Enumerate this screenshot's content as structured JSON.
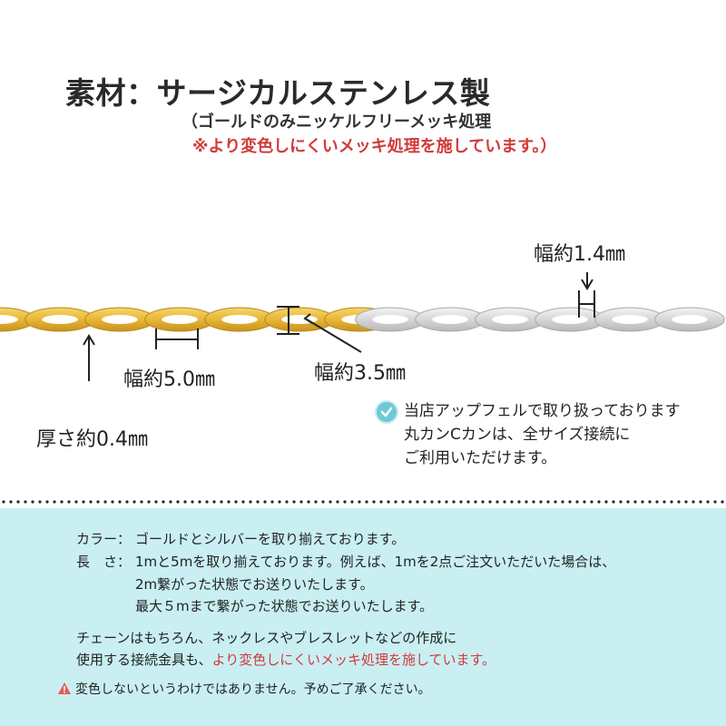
{
  "header": {
    "title": "素材：サージカルステンレス製",
    "subtitle": "（ゴールドのみニッケルフリーメッキ処理",
    "note": "※より変色しにくいメッキ処理を施しています。）"
  },
  "dimensions": {
    "width_small": "幅約1.4㎜",
    "width_large": "幅約5.0㎜",
    "width_medium": "幅約3.5㎜",
    "thickness": "厚さ約0.4㎜"
  },
  "info": {
    "line1": "当店アップフェルで取り扱っております",
    "line2": "丸カンCカンは、全サイズ接続に",
    "line3": "ご利用いただけます。"
  },
  "colors": {
    "gold": "#e8b638",
    "silver": "#d9d9d9",
    "accent_red": "#d23a3a",
    "panel_bg": "#c9eff3",
    "check": "#6ec9d6"
  },
  "details": {
    "color_label": "カラー：",
    "color_value": "ゴールドとシルバーを取り揃えております。",
    "length_label": "長　さ：",
    "length_value1": "1mと5mを取り揃えております。例えば、1mを2点ご注文いただいた場合は、",
    "length_value2": "2m繋がった状態でお送りいたします。",
    "length_value3": "最大５mまで繋がった状態でお送りいたします。",
    "usage_line1": "チェーンはもちろん、ネックレスやブレスレットなどの作成に",
    "usage_prefix": "使用する接続金具も、",
    "usage_red": "より変色しにくいメッキ処理を施しています。",
    "warning": "変色しないというわけではありません。予めご了承ください。"
  }
}
